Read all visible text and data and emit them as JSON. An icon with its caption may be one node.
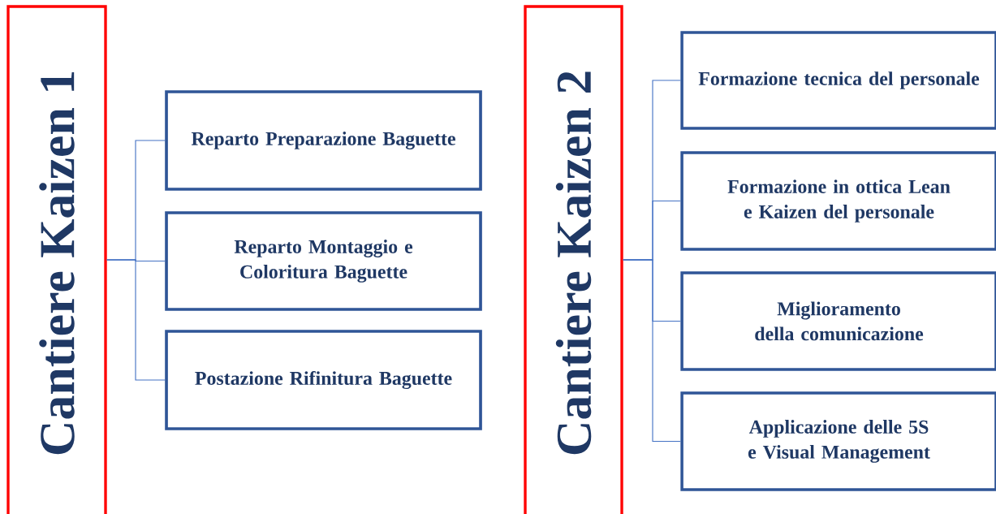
{
  "diagram": {
    "nodes": [
      {
        "text": [
          "Cantiere Kaizen 1"
        ]
      },
      {
        "text": [
          "Reparto Preparazione Baguette"
        ]
      },
      {
        "text": [
          "Reparto Montaggio e Coloritura Baguette"
        ]
      },
      {
        "text": [
          "Postazione Rifinitura Baguette"
        ]
      },
      {
        "text": [
          "Cantiere Kaizen 2"
        ]
      },
      {
        "text": [
          "Formazione tecnica del personale"
        ]
      },
      {
        "text": [
          "Formazione in ottica Lean e Kaizen del personale"
        ]
      },
      {
        "text": [
          "Miglioramento della comunicazione"
        ]
      },
      {
        "text": [
          "Applicazione delle 5S e Visual Management"
        ]
      }
    ],
    "edges": [
      {
        "from": 0,
        "to": 1,
        "arrow": "none"
      },
      {
        "from": 0,
        "to": 2,
        "arrow": "none"
      },
      {
        "from": 0,
        "to": 3,
        "arrow": "none"
      },
      {
        "from": 4,
        "to": 5,
        "arrow": "none"
      },
      {
        "from": 4,
        "to": 6,
        "arrow": "none"
      },
      {
        "from": 4,
        "to": 7,
        "arrow": "none"
      },
      {
        "from": 4,
        "to": 8,
        "arrow": "none"
      }
    ]
  }
}
